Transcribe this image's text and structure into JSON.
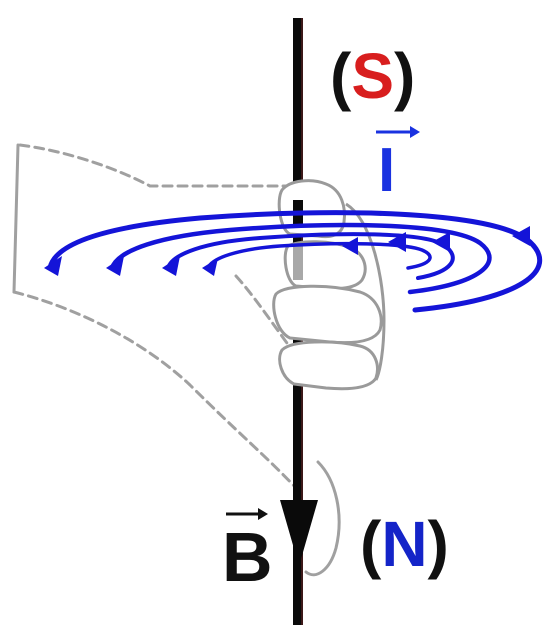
{
  "labels": {
    "pole_top": {
      "open": "(",
      "letter": "S",
      "close": ")"
    },
    "pole_bottom": {
      "open": "(",
      "letter": "N",
      "close": ")"
    },
    "magnetic_field_symbol": "B",
    "current_symbol": "I"
  },
  "colors": {
    "conductor": "#0a0a0a",
    "field_lines": "#1414d8",
    "south_pole": "#d81e1e",
    "north_pole": "#1424c8",
    "current_label": "#1a32e0",
    "field_label": "#111111",
    "hand_outline": "#9a9a9a"
  },
  "icons": {
    "hand": "right-hand-grip",
    "field_direction": "arrowheads-counterclockwise",
    "current_direction": "arrowhead-down"
  }
}
